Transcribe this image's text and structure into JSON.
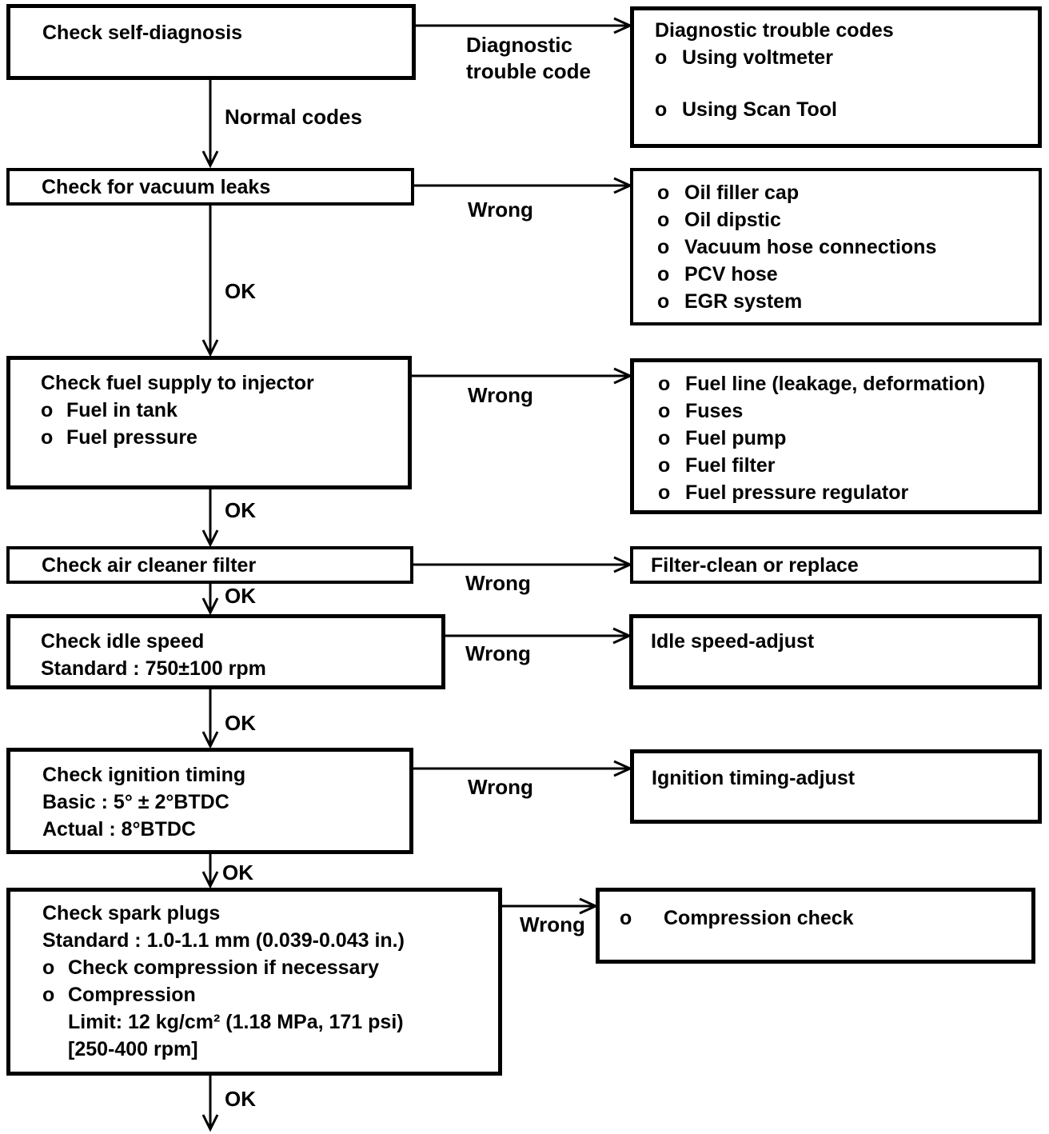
{
  "bullet": "o",
  "colors": {
    "ink": "#000000",
    "paper": "#ffffff"
  },
  "labels": {
    "diagnostic_trouble_code": "Diagnostic trouble code",
    "normal_codes": "Normal codes",
    "wrong": "Wrong",
    "ok": "OK"
  },
  "steps": {
    "self_diagnosis": {
      "title": "Check self-diagnosis"
    },
    "vacuum": {
      "title": "Check for vacuum leaks"
    },
    "fuel": {
      "title": "Check fuel supply to injector",
      "items": [
        "Fuel in tank",
        "Fuel pressure"
      ]
    },
    "air_cleaner": {
      "title": "Check air cleaner filter"
    },
    "idle": {
      "title": "Check idle speed",
      "line2": "Standard : 750±100 rpm"
    },
    "ignition": {
      "title": "Check ignition timing",
      "line2": "Basic : 5° ± 2°BTDC",
      "line3": "Actual : 8°BTDC"
    },
    "spark": {
      "title": "Check spark plugs",
      "line2": "Standard : 1.0-1.1 mm (0.039-0.043 in.)",
      "items": [
        "Check compression if necessary",
        "Compression"
      ],
      "cont1": "Limit: 12 kg/cm² (1.18 MPa, 171 psi)",
      "cont2": "[250-400 rpm]"
    }
  },
  "actions": {
    "dtc": {
      "title": "Diagnostic trouble codes",
      "items": [
        "Using voltmeter",
        "Using Scan Tool"
      ]
    },
    "vacuum": {
      "items": [
        "Oil filler cap",
        "Oil dipstic",
        "Vacuum hose connections",
        "PCV hose",
        "EGR system"
      ]
    },
    "fuel": {
      "items": [
        "Fuel line (leakage, deformation)",
        "Fuses",
        "Fuel pump",
        "Fuel filter",
        "Fuel pressure regulator"
      ]
    },
    "air_cleaner": {
      "title": "Filter-clean or replace"
    },
    "idle": {
      "title": "Idle speed-adjust"
    },
    "ignition": {
      "title": "Ignition timing-adjust"
    },
    "spark": {
      "items": [
        "Compression check"
      ]
    }
  }
}
